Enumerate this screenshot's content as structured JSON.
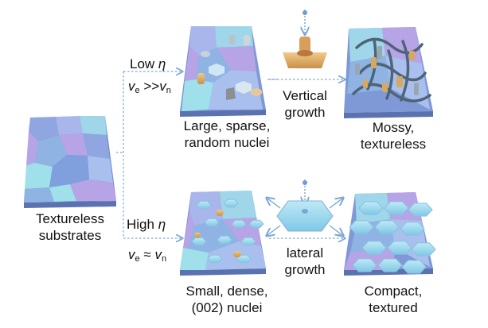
{
  "branches": {
    "top": {
      "condition_label": "Low",
      "condition_symbol": "η",
      "rate_left_symbol": "v",
      "rate_left_sub": "e",
      "rate_relation": ">>",
      "rate_right_symbol": "v",
      "rate_right_sub": "n",
      "nuclei_label": [
        "Large, sparse,",
        "random nuclei"
      ],
      "growth_label": [
        "Vertical",
        "growth"
      ],
      "result_label": [
        "Mossy,",
        "textureless"
      ]
    },
    "bottom": {
      "condition_label": "High",
      "condition_symbol": "η",
      "rate_left_symbol": "v",
      "rate_left_sub": "e",
      "rate_relation": "≈",
      "rate_right_symbol": "v",
      "rate_right_sub": "n",
      "nuclei_label": [
        "Small, dense,",
        "(002) nuclei"
      ],
      "growth_label": [
        "lateral",
        "growth"
      ],
      "result_label": [
        "Compact,",
        "textured"
      ]
    }
  },
  "substrate_label": [
    "Textureless",
    "substrates"
  ],
  "colors": {
    "tile_blue": "#8fa6e0",
    "tile_purple": "#b7a4e6",
    "tile_cyan": "#9fe0ea",
    "tile_teal": "#7fc4dc",
    "nucleus_gold": "#d6a860",
    "nucleus_grey": "#b9c2c8",
    "arrow": "#7aa6d6",
    "mossy": "#5f7890"
  }
}
